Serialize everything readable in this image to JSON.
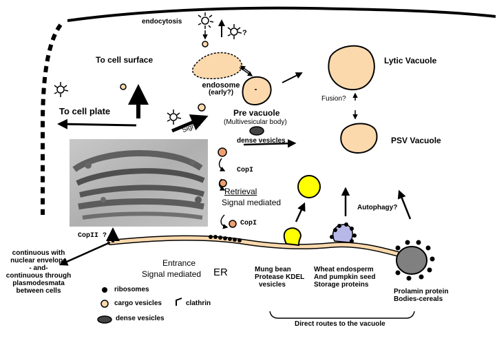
{
  "labels": {
    "endocytosis": "endocytosis",
    "question_mark": "?",
    "to_cell_surface": "To cell surface",
    "to_cell_plate": "To cell plate",
    "endosome": "endosome",
    "endosome_early": "(early?)",
    "pre_vacuole": "Pre vacuole",
    "multivesicular_body": "(Multivesicular body)",
    "lytic_vacuole": "Lytic Vacuole",
    "fusion": "Fusion?",
    "psv_vacuole": "PSV Vacuole",
    "signal": "Signal",
    "dense_vesicles_arrow": "dense vesicles",
    "copi_top": "CopI",
    "retrieval": "Retrieval",
    "signal_mediated_retrieval": "Signal mediated",
    "copi_bottom": "CopI",
    "autophagy": "Autophagy?",
    "copii": "CopII ?",
    "continuous_1": "continuous with",
    "continuous_2": "nuclear envelope",
    "continuous_3": "- and-",
    "continuous_4": "continuous through",
    "continuous_5": "plasmodesmata",
    "continuous_6": "between cells",
    "entrance": "Entrance",
    "signal_mediated_entrance": "Signal mediated",
    "er": "ER",
    "mungbean_1": "Mung bean",
    "mungbean_2": "Protease KDEL",
    "mungbean_3": "vesicles",
    "wheat_1": "Wheat endosperm",
    "wheat_2": "And pumpkin seed",
    "wheat_3": "Storage proteins",
    "prolamin_1": "Prolamin protein",
    "prolamin_2": "Bodies-cereals",
    "direct_routes": "Direct routes to the vacuole"
  },
  "legend": {
    "ribosomes": "ribosomes",
    "cargo_vesicles": "cargo vesicles",
    "clathrin": "clathrin",
    "dense_vesicles": "dense vesicles"
  },
  "colors": {
    "organelle_fill": "#fbd9ad",
    "yellow_vesicle": "#ffff00",
    "pumpkin_vesicle": "#b8b8e8",
    "prolamin_body": "#808080",
    "copi_vesicle": "#f0a070"
  }
}
